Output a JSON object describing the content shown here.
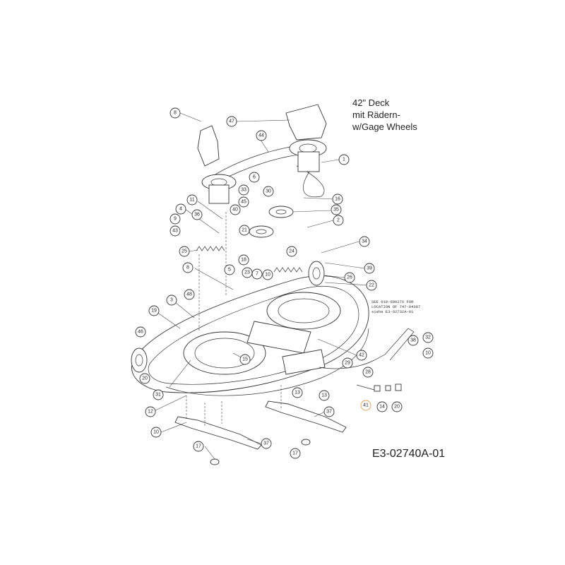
{
  "title_lines": [
    "42\" Deck",
    "mit Rädern-",
    "w/Gage Wheels"
  ],
  "drawing_number": "E3-02740A-01",
  "note_lines": [
    "SEE 010-08027X FOR",
    "LOCATION OF 747-04387",
    "siehe E3-02732A-01"
  ],
  "callouts": [
    {
      "id": "c-8a",
      "label": "8"
    },
    {
      "id": "c-47",
      "label": "47"
    },
    {
      "id": "c-44",
      "label": "44"
    },
    {
      "id": "c-1",
      "label": "1"
    },
    {
      "id": "c-6",
      "label": "6"
    },
    {
      "id": "c-30",
      "label": "30"
    },
    {
      "id": "c-33",
      "label": "33"
    },
    {
      "id": "c-16",
      "label": "16"
    },
    {
      "id": "c-11",
      "label": "11"
    },
    {
      "id": "c-45",
      "label": "45"
    },
    {
      "id": "c-35",
      "label": "35"
    },
    {
      "id": "c-4",
      "label": "4"
    },
    {
      "id": "c-36",
      "label": "36"
    },
    {
      "id": "c-40",
      "label": "40"
    },
    {
      "id": "c-2",
      "label": "2"
    },
    {
      "id": "c-9",
      "label": "9"
    },
    {
      "id": "c-21",
      "label": "21"
    },
    {
      "id": "c-43",
      "label": "43"
    },
    {
      "id": "c-34",
      "label": "34"
    },
    {
      "id": "c-25",
      "label": "25"
    },
    {
      "id": "c-18",
      "label": "18"
    },
    {
      "id": "c-24",
      "label": "24"
    },
    {
      "id": "c-39",
      "label": "39"
    },
    {
      "id": "c-8b",
      "label": "8"
    },
    {
      "id": "c-5",
      "label": "5"
    },
    {
      "id": "c-23",
      "label": "23"
    },
    {
      "id": "c-7",
      "label": "7"
    },
    {
      "id": "c-10a",
      "label": "10"
    },
    {
      "id": "c-26",
      "label": "26"
    },
    {
      "id": "c-22",
      "label": "22"
    },
    {
      "id": "c-48",
      "label": "48"
    },
    {
      "id": "c-3",
      "label": "3"
    },
    {
      "id": "c-19",
      "label": "19"
    },
    {
      "id": "c-32",
      "label": "32"
    },
    {
      "id": "c-46",
      "label": "46"
    },
    {
      "id": "c-38",
      "label": "38"
    },
    {
      "id": "c-10b",
      "label": "10"
    },
    {
      "id": "c-15",
      "label": "15"
    },
    {
      "id": "c-42",
      "label": "42"
    },
    {
      "id": "c-29",
      "label": "29"
    },
    {
      "id": "c-28",
      "label": "28"
    },
    {
      "id": "c-20a",
      "label": "20"
    },
    {
      "id": "c-31",
      "label": "31"
    },
    {
      "id": "c-13",
      "label": "13"
    },
    {
      "id": "c-13b",
      "label": "13"
    },
    {
      "id": "c-41",
      "label": "41"
    },
    {
      "id": "c-14",
      "label": "14"
    },
    {
      "id": "c-20b",
      "label": "20"
    },
    {
      "id": "c-12",
      "label": "12"
    },
    {
      "id": "c-37a",
      "label": "37"
    },
    {
      "id": "c-10c",
      "label": "10"
    },
    {
      "id": "c-37b",
      "label": "37"
    },
    {
      "id": "c-17a",
      "label": "17"
    },
    {
      "id": "c-17b",
      "label": "17"
    }
  ]
}
